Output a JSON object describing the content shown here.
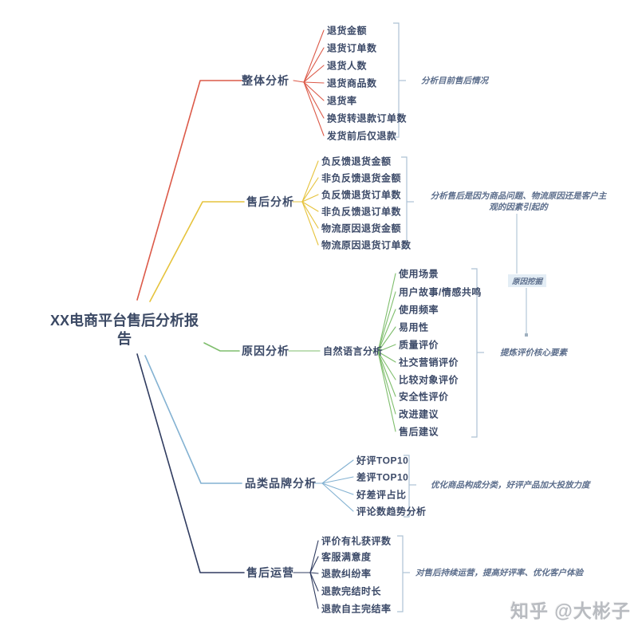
{
  "root": {
    "label": "XX电商平台售后分析报告"
  },
  "branches": [
    {
      "label": "整体分析",
      "color": "#dc5a49",
      "annotation": "分析目前售后情况",
      "children": [
        "退货金额",
        "退货订单数",
        "退货人数",
        "退货商品数",
        "退货率",
        "换货转退款订单数",
        "发货前后仅退款"
      ]
    },
    {
      "label": "售后分析",
      "color": "#e6c33d",
      "annotation": "分析售后是因为商品问题、物流原因还是客户主观的因素引起的",
      "children": [
        "负反馈退货金额",
        "非负反馈退货金额",
        "负反馈退货订单数",
        "非负反馈退订单数",
        "物流原因退货金额",
        "物流原因退货订单数"
      ]
    },
    {
      "label": "原因分析",
      "color": "#7fbe6d",
      "annotation": "提炼评价核心要素",
      "sub": {
        "label": "自然语言分析",
        "children": [
          "使用场景",
          "用户故事/情感共鸣",
          "使用频率",
          "易用性",
          "质量评价",
          "社交营销评价",
          "比较对象评价",
          "安全性评价",
          "改进建议",
          "售后建议"
        ]
      }
    },
    {
      "label": "品类品牌分析",
      "color": "#84b2d2",
      "annotation": "优化商品构成分类，好评产品加大投放力度",
      "children": [
        "好评TOP10",
        "差评TOP10",
        "好差评占比",
        "评论数趋势分析"
      ]
    },
    {
      "label": "售后运营",
      "color": "#303c60",
      "annotation": "对售后持续运营，提高好评率、优化客户体验",
      "children": [
        "评价有礼获评数",
        "客服满意度",
        "退款纠纷率",
        "退款完结时长",
        "退款自主完结率"
      ]
    }
  ],
  "callout": {
    "label": "原因挖掘"
  },
  "watermark": {
    "label": "知乎 @大彬子"
  },
  "colors": {
    "bracket": "#adc2d4",
    "node_text": "#3c4a68",
    "annotation_text": "#5c6e8c"
  }
}
